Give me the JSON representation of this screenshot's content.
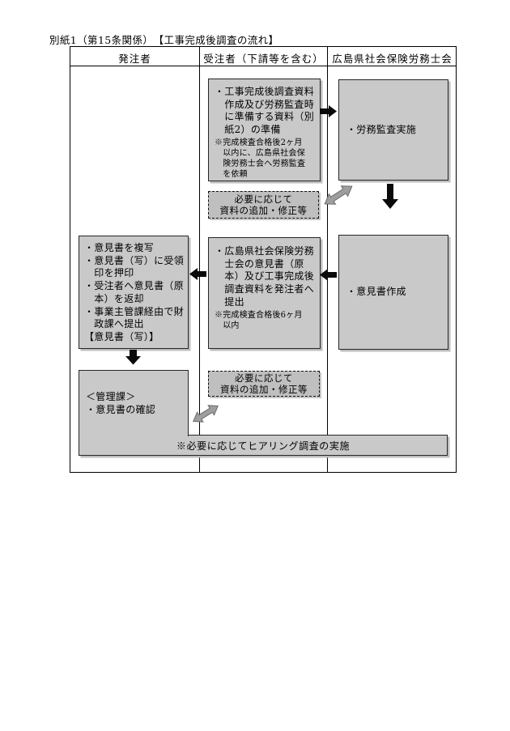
{
  "page": {
    "title": "別紙1（第15条関係）　【工事完成後調査の流れ】"
  },
  "columns": {
    "owner": "発注者",
    "contractor": "受注者（下請等を含む）",
    "association": "広島県社会保険労務士会"
  },
  "boxes": {
    "prepare_main": "・工事完成後調査資料\n　作成及び労務監査時\n　に準備する資料（別\n　紙2）の準備",
    "prepare_note": "※完成検査合格後2ヶ月\n　以内に、広島県社会保\n　険労務士会へ労務監査\n　を依頼",
    "labor_audit": "・労務監査実施",
    "revise1": "必要に応じて\n資料の追加・修正等",
    "opinion_create": "・意見書作成",
    "submit_main": "・広島県社会保険労務\n　士会の意見書（原\n　本）及び工事完成後\n　調査資料を発注者へ\n　提出",
    "submit_note": "※完成検査合格後6ヶ月\n　以内",
    "owner_process": "・意見書を複写\n・意見書（写）に受領\n　印を押印\n・受注者へ意見書（原\n　本）を返却\n・事業主管課経由で財\n　政課へ提出\n【意見書（写）】",
    "kanri": "＜管理課＞\n・意見書の確認",
    "revise2": "必要に応じて\n資料の追加・修正等",
    "hearing_bar": "※必要に応じてヒアリング調査の実施"
  },
  "colors": {
    "box_fill": "#c9c9c9",
    "dashed_fill": "#bfbfbf",
    "arrow_black": "#0a0a0a",
    "arrow_gray": "#9e9e9e",
    "border": "#000000"
  }
}
